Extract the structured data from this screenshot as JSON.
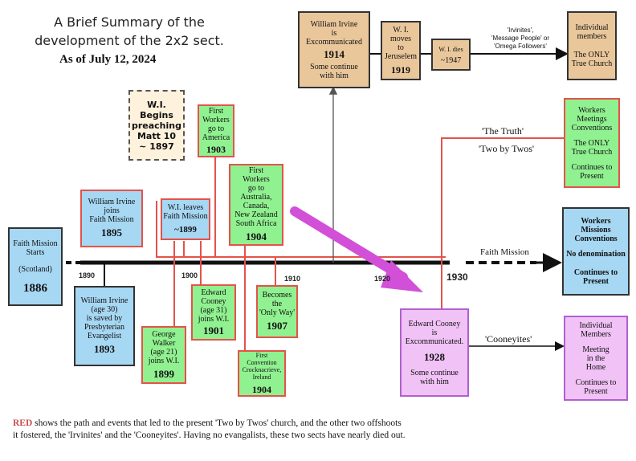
{
  "title_line1": "A Brief Summary of the",
  "title_line2": "development of the 2x2 sect.",
  "as_of": "As of July 12, 2024",
  "boxes": {
    "faith_start": {
      "l1": "Faith Mission",
      "l2": "Starts",
      "l3": "(Scotland)",
      "year": "1886"
    },
    "irvine_saved": {
      "l1": "William Irvine",
      "l2": "(age 30)",
      "l3": "is saved by",
      "l4": "Presbyterian",
      "l5": "Evangelist",
      "year": "1893"
    },
    "irvine_joins": {
      "l1": "William Irvine",
      "l2": "joins",
      "l3": "Faith Mission",
      "year": "1895"
    },
    "wi_begins": {
      "l1": "W.I.",
      "l2": "Begins",
      "l3": "preaching",
      "l4": "Matt 10",
      "l5": "~ 1897"
    },
    "wi_leaves": {
      "l1": "W.I. leaves",
      "l2": "Faith Mission",
      "year": "~1899"
    },
    "walker": {
      "l1": "George",
      "l2": "Walker",
      "l3": "(age 21)",
      "l4": "joins W.I.",
      "year": "1899"
    },
    "cooney_joins": {
      "l1": "Edward",
      "l2": "Cooney",
      "l3": "(age 31)",
      "l4": "joins W.I.",
      "year": "1901"
    },
    "america": {
      "l1": "First",
      "l2": "Workers",
      "l3": "go to",
      "l4": "America",
      "year": "1903"
    },
    "australia": {
      "l1": "First",
      "l2": "Workers",
      "l3": "go to",
      "l4": "Australia,",
      "l5": "Canada,",
      "l6": "New Zealand",
      "l7": "South Africa",
      "year": "1904"
    },
    "convention": {
      "l1": "First",
      "l2": "Convention",
      "l3": "Crocknacrieve,",
      "l4": "Ireland",
      "year": "1904"
    },
    "only_way": {
      "l1": "Becomes",
      "l2": "the",
      "l3": "'Only Way'",
      "year": "1907"
    },
    "irvine_excom": {
      "l1": "William Irvine",
      "l2": "is",
      "l3": "Excommunicated",
      "year": "1914",
      "l4": "Some continue",
      "l5": "with him"
    },
    "jerusalem": {
      "l1": "W. I.",
      "l2": "moves",
      "l3": "to",
      "l4": "Jeruselem",
      "year": "1919"
    },
    "wi_dies": {
      "l1": "W. I. dies",
      "year": "~1947"
    },
    "individual1": {
      "l1": "Individual",
      "l2": "members",
      "l3": "The ONLY",
      "l4": "True Church"
    },
    "workers": {
      "l1": "Workers",
      "l2": "Meetings",
      "l3": "Conventions",
      "l4": "The ONLY",
      "l5": "True Church",
      "l6": "Continues to",
      "l7": "Present"
    },
    "faith_now": {
      "l1": "Workers",
      "l2": "Missions",
      "l3": "Conventions",
      "l4": "No denomination",
      "l5": "Continues to",
      "l6": "Present"
    },
    "cooney_excom": {
      "l1": "Edward Cooney",
      "l2": "is",
      "l3": "Excommunicated.",
      "year": "1928",
      "l4": "Some continue",
      "l5": "with him"
    },
    "individual2": {
      "l1": "Individual",
      "l2": "Members",
      "l3": "Meeting",
      "l4": "in the",
      "l5": "Home",
      "l6": "Continues to",
      "l7": "Present"
    }
  },
  "ticks": [
    "1890",
    "1900",
    "1910",
    "1920",
    "1930"
  ],
  "labels": {
    "irvinites1": "'Irvinites',",
    "irvinites2": "'Message People'  or",
    "irvinites3": "'Omega Followers'",
    "truth": "'The Truth'",
    "twobytwos": "'Two by Twos'",
    "faith_mission": "Faith Mission",
    "cooneyites": "'Cooneyites'"
  },
  "footer": {
    "red_word": "RED",
    "line1": " shows the path and events that led to the present 'Two by Twos' church, and the other two offshoots",
    "line2": "it fostered,  the 'Irvinites' and the 'Cooneyites'.  Having no evangalists, these two sects have nearly died out."
  },
  "colors": {
    "red": "#e5524a",
    "blue": "#a6d7f3",
    "green": "#90f190",
    "tan": "#e9c79b",
    "purple": "#f1c2f6",
    "arrow": "#d24fd8"
  }
}
